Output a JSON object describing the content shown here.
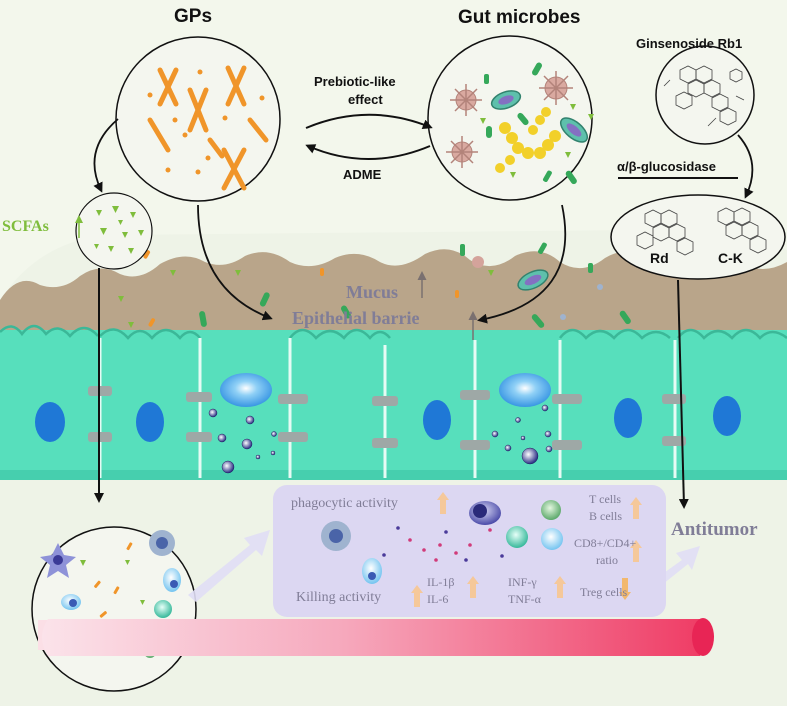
{
  "labels": {
    "gps": "GPs",
    "gut_microbes": "Gut microbes",
    "ginsenoside": "Ginsenoside Rb1",
    "prebiotic_line1": "Prebiotic-like",
    "prebiotic_line2": "effect",
    "adme": "ADME",
    "glucosidase": "α/β-glucosidase",
    "rd": "Rd",
    "ck": "C-K",
    "scfas": "SCFAs",
    "mucus": "Mucus",
    "epithelial": "Epithelial barrie",
    "antitumor": "Antitumor"
  },
  "immune_panel": {
    "phagocytic": "phagocytic activity",
    "killing": "Killing activity",
    "il1b": "IL-1β",
    "il6": "IL-6",
    "infg": "INF-γ",
    "tnfa": "TNF-α",
    "tcells": "T cells",
    "bcells": "B cells",
    "cd8cd4": "CD8+/CD4+",
    "ratio": "ratio",
    "treg": "Treg cells"
  },
  "colors": {
    "background": "#eef3e7",
    "cell": "#5ee8c4",
    "nucleus": "#1f78d6",
    "mucus": "#b9a58a",
    "scfa_green": "#7fbd3c",
    "polysaccharide_orange": "#f0952a",
    "panel": "#dcd7f2",
    "vessel": "#f0446a",
    "label_gray": "#807d97",
    "up_arrow": "#f5c89a",
    "down_arrow": "#f2b86e"
  }
}
